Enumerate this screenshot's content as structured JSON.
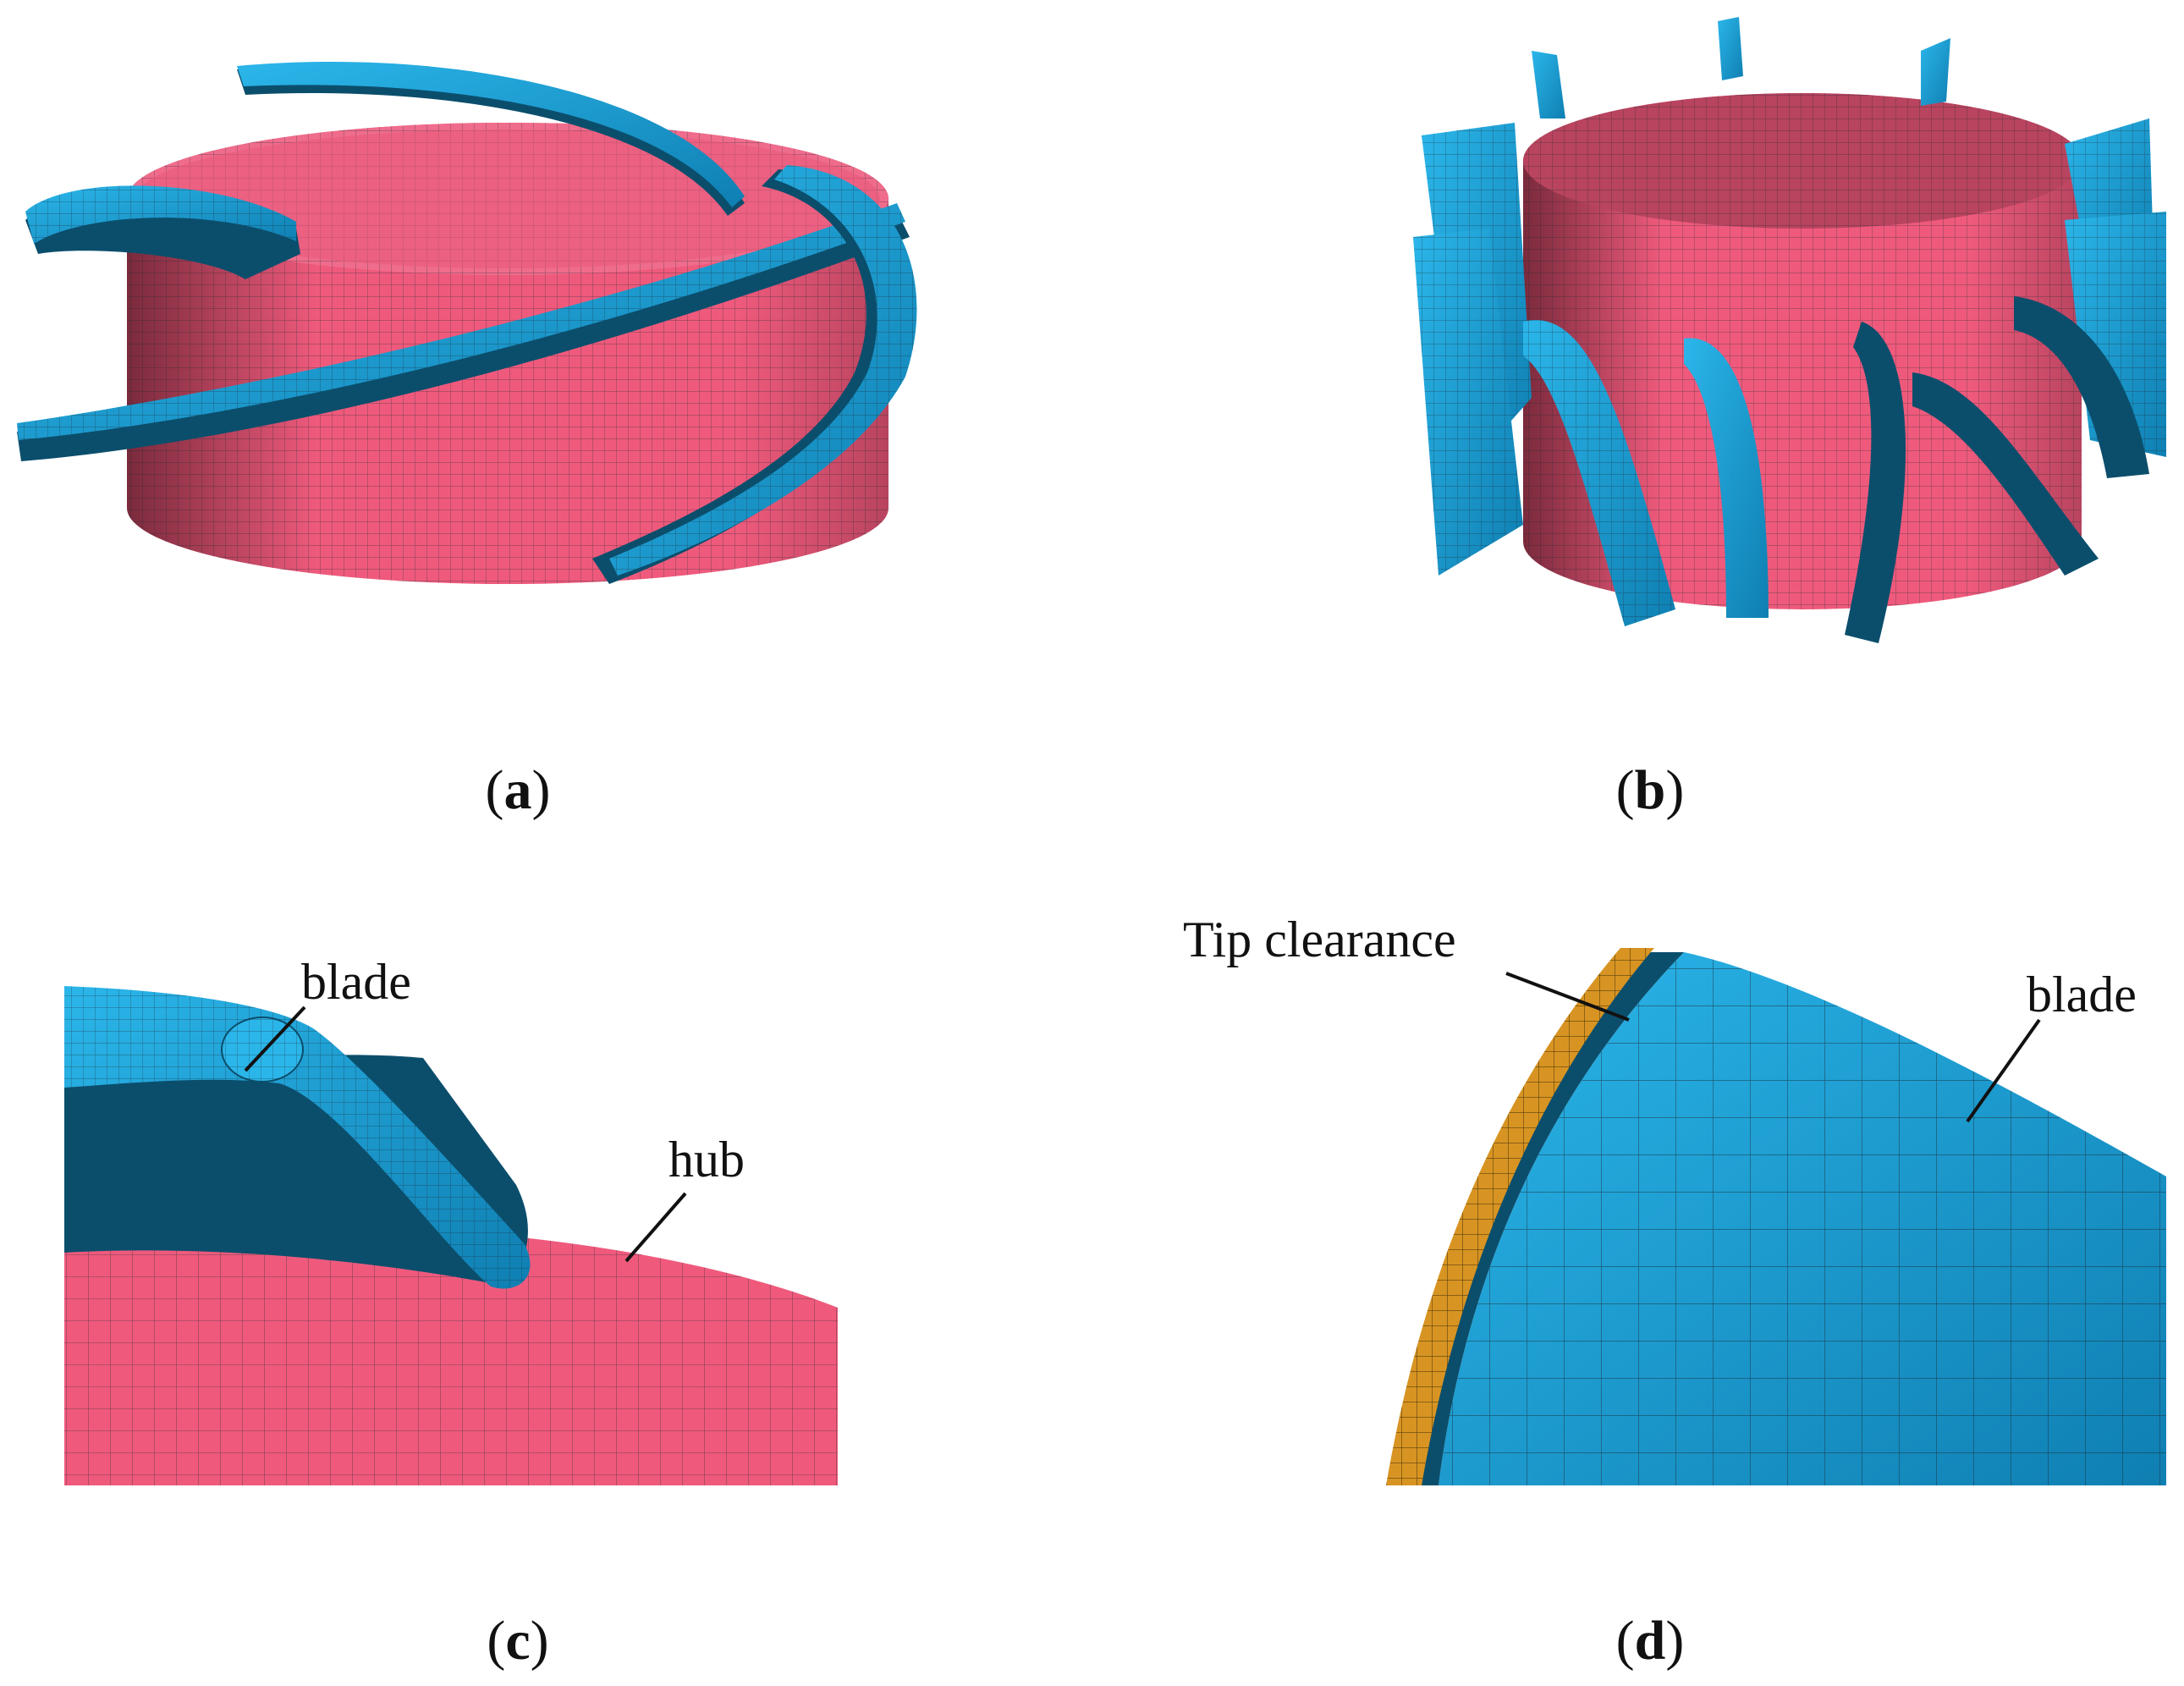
{
  "colors": {
    "hub": "#ef5a7c",
    "hub_dark": "#7a2a3c",
    "blade": "#1aa3dc",
    "blade_dark": "#0b4e6c",
    "tip_clearance": "#d89422",
    "mesh_line": "#1b2a33"
  },
  "panels": [
    {
      "id": "a",
      "open": "(",
      "letter": "a",
      "close": ")"
    },
    {
      "id": "b",
      "open": "(",
      "letter": "b",
      "close": ")"
    },
    {
      "id": "c",
      "open": "(",
      "letter": "c",
      "close": ")"
    },
    {
      "id": "d",
      "open": "(",
      "letter": "d",
      "close": ")"
    }
  ],
  "labels": {
    "c_blade": "blade",
    "c_hub": "hub",
    "d_tip_clearance": "Tip clearance",
    "d_blade": "blade"
  }
}
